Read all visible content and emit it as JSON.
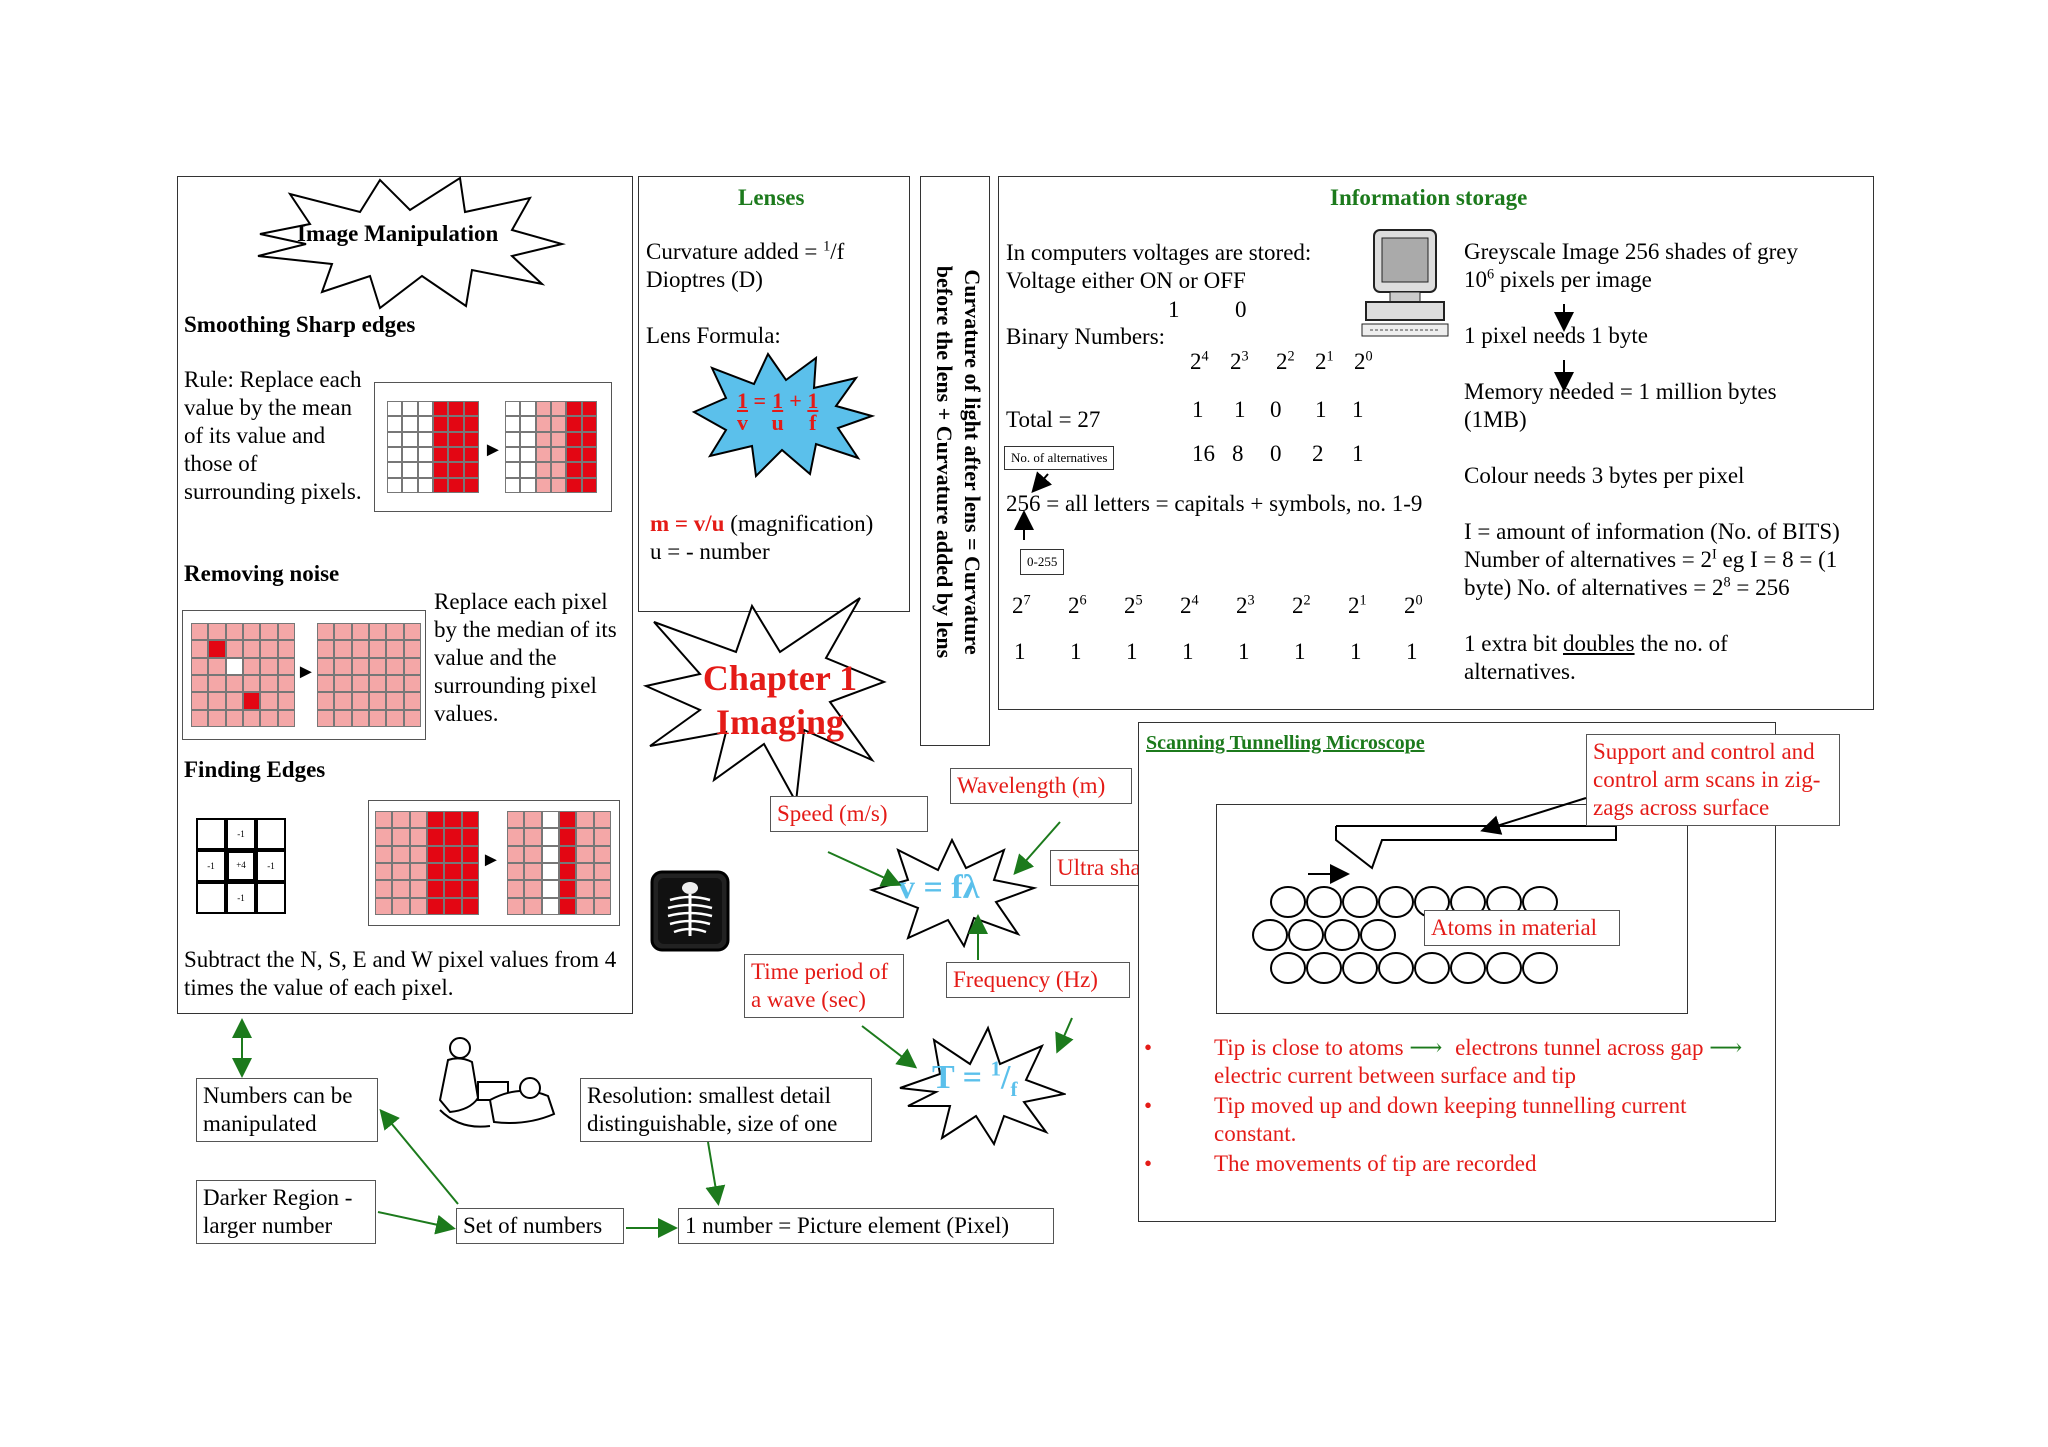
{
  "image_manipulation": {
    "title": "Image Manipulation",
    "smoothing_heading": "Smoothing Sharp edges",
    "smoothing_rule": "Rule: Replace each value by the mean of its value and those of surrounding pixels.",
    "noise_heading": "Removing noise",
    "noise_rule": "Replace each pixel by the median of its value and the surrounding pixel values.",
    "edges_heading": "Finding Edges",
    "kernel": [
      "-1",
      "-1",
      "+4",
      "-1",
      "-1"
    ],
    "edges_rule": "Subtract the N, S, E and W pixel values from 4 times the value of each pixel."
  },
  "lenses": {
    "title": "Lenses",
    "curvature_prefix": "Curvature added = ",
    "curvature_num": "1",
    "curvature_den": "/f",
    "dioptres": "Dioptres (D)",
    "formula_label": "Lens Formula:",
    "formula": {
      "n1": "1",
      "d1": "v",
      "eq": "=",
      "n2": "1",
      "d2": "u",
      "plus": "+",
      "n3": "1",
      "d3": "f"
    },
    "magnification_bold": "m = v/u",
    "magnification_rest": " (magnification)",
    "u_number": "u = - number"
  },
  "vertical_note": {
    "line1": "Curvature of light after lens = Curvature",
    "line2": "before the lens + Curvature added by lens"
  },
  "chapter": {
    "line1": "Chapter 1",
    "line2": "Imaging"
  },
  "info_storage": {
    "title": "Information storage",
    "voltages_line1": "In computers voltages are stored:",
    "voltages_line2": "Voltage either ON or OFF",
    "bit_one": "1",
    "bit_zero": "0",
    "binary_label": "Binary Numbers:",
    "powers_small": [
      "4",
      "3",
      "2",
      "1",
      "0"
    ],
    "bits_row": [
      "1",
      "1",
      "0",
      "1",
      "1"
    ],
    "values_row": [
      "16",
      "8",
      "0",
      "2",
      "1"
    ],
    "total": "Total = 27",
    "alternatives_label": "No. of alternatives",
    "letters_line": "256 = all letters = capitals + symbols, no. 1-9",
    "range_label": "0-255",
    "powers_large": [
      "7",
      "6",
      "5",
      "4",
      "3",
      "2",
      "1",
      "0"
    ],
    "bits_large": [
      "1",
      "1",
      "1",
      "1",
      "1",
      "1",
      "1",
      "1"
    ],
    "base": "2",
    "greyscale": "Greyscale Image 256 shades of grey",
    "pixels_prefix": "10",
    "pixels_exp": "6",
    "pixels_suffix": " pixels per image",
    "pixel_byte": "1 pixel needs 1 byte",
    "memory_line1": "Memory needed = 1 million bytes",
    "memory_line2": "(1MB)",
    "colour": "Colour needs 3 bytes per pixel",
    "info_def": "I = amount of information (No. of BITS)",
    "alt_line_a": "Number of alternatives = 2",
    "alt_exp_i": "I",
    "alt_line_b": " eg I = 8 = (1",
    "alt_line_c": "byte) No. of alternatives = 2",
    "alt_exp_8": "8",
    "alt_line_d": " = 256",
    "extra_prefix": "1 extra bit ",
    "extra_underlined": "doubles",
    "extra_suffix": " the no. of",
    "extra_line2": "alternatives."
  },
  "wave": {
    "speed": "Speed (m/s)",
    "wavelength": "Wavelength (m)",
    "equation": "v = fλ",
    "frequency": "Frequency (Hz)",
    "time_period": "Time period of a wave (sec)",
    "period_prefix": "T = ",
    "period_num": "1",
    "period_den": "f"
  },
  "stm": {
    "title": "Scanning Tunnelling Microscope",
    "support": "Support and control and control arm scans in zig-zags across surface",
    "needle": "Ultra sharp needle point",
    "atoms": "Atoms in material",
    "bullet1_a": "Tip is close to atoms",
    "bullet1_b": "electrons tunnel across gap",
    "bullet1_c": "electric current between surface and tip",
    "bullet2": "Tip moved up and down keeping tunnelling current constant.",
    "bullet3": "The movements of tip are recorded"
  },
  "bottom": {
    "numbers_manipulated": "Numbers can be manipulated",
    "darker_region": "Darker Region - larger number",
    "set_of_numbers": "Set of numbers",
    "resolution": "Resolution: smallest detail distinguishable, size of one",
    "one_number": "1 number = Picture element (Pixel)"
  },
  "colors": {
    "red": "#e41b17",
    "green": "#1c7a1c",
    "blue": "#5bc0eb",
    "pink": "#f4a7a7"
  },
  "icons": [
    "computer-icon",
    "xray-icon",
    "patient-scan-icon"
  ]
}
